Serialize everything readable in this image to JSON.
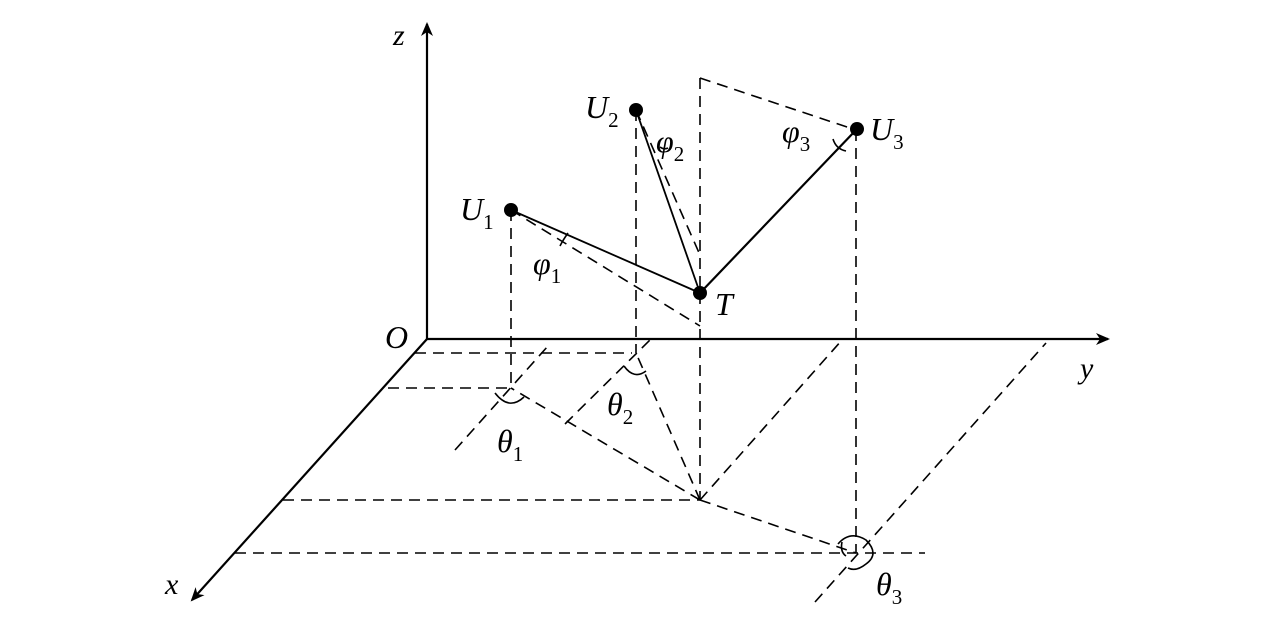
{
  "axes": {
    "origin": "O",
    "x": "x",
    "y": "y",
    "z": "z"
  },
  "points": {
    "u1": {
      "base": "U",
      "sub": "1"
    },
    "u2": {
      "base": "U",
      "sub": "2"
    },
    "u3": {
      "base": "U",
      "sub": "3"
    },
    "t": {
      "base": "T"
    }
  },
  "angles": {
    "phi1": {
      "base": "φ",
      "sub": "1"
    },
    "phi2": {
      "base": "φ",
      "sub": "2"
    },
    "phi3": {
      "base": "φ",
      "sub": "3"
    },
    "theta1": {
      "base": "θ",
      "sub": "1"
    },
    "theta2": {
      "base": "θ",
      "sub": "2"
    },
    "theta3": {
      "base": "θ",
      "sub": "3"
    }
  }
}
